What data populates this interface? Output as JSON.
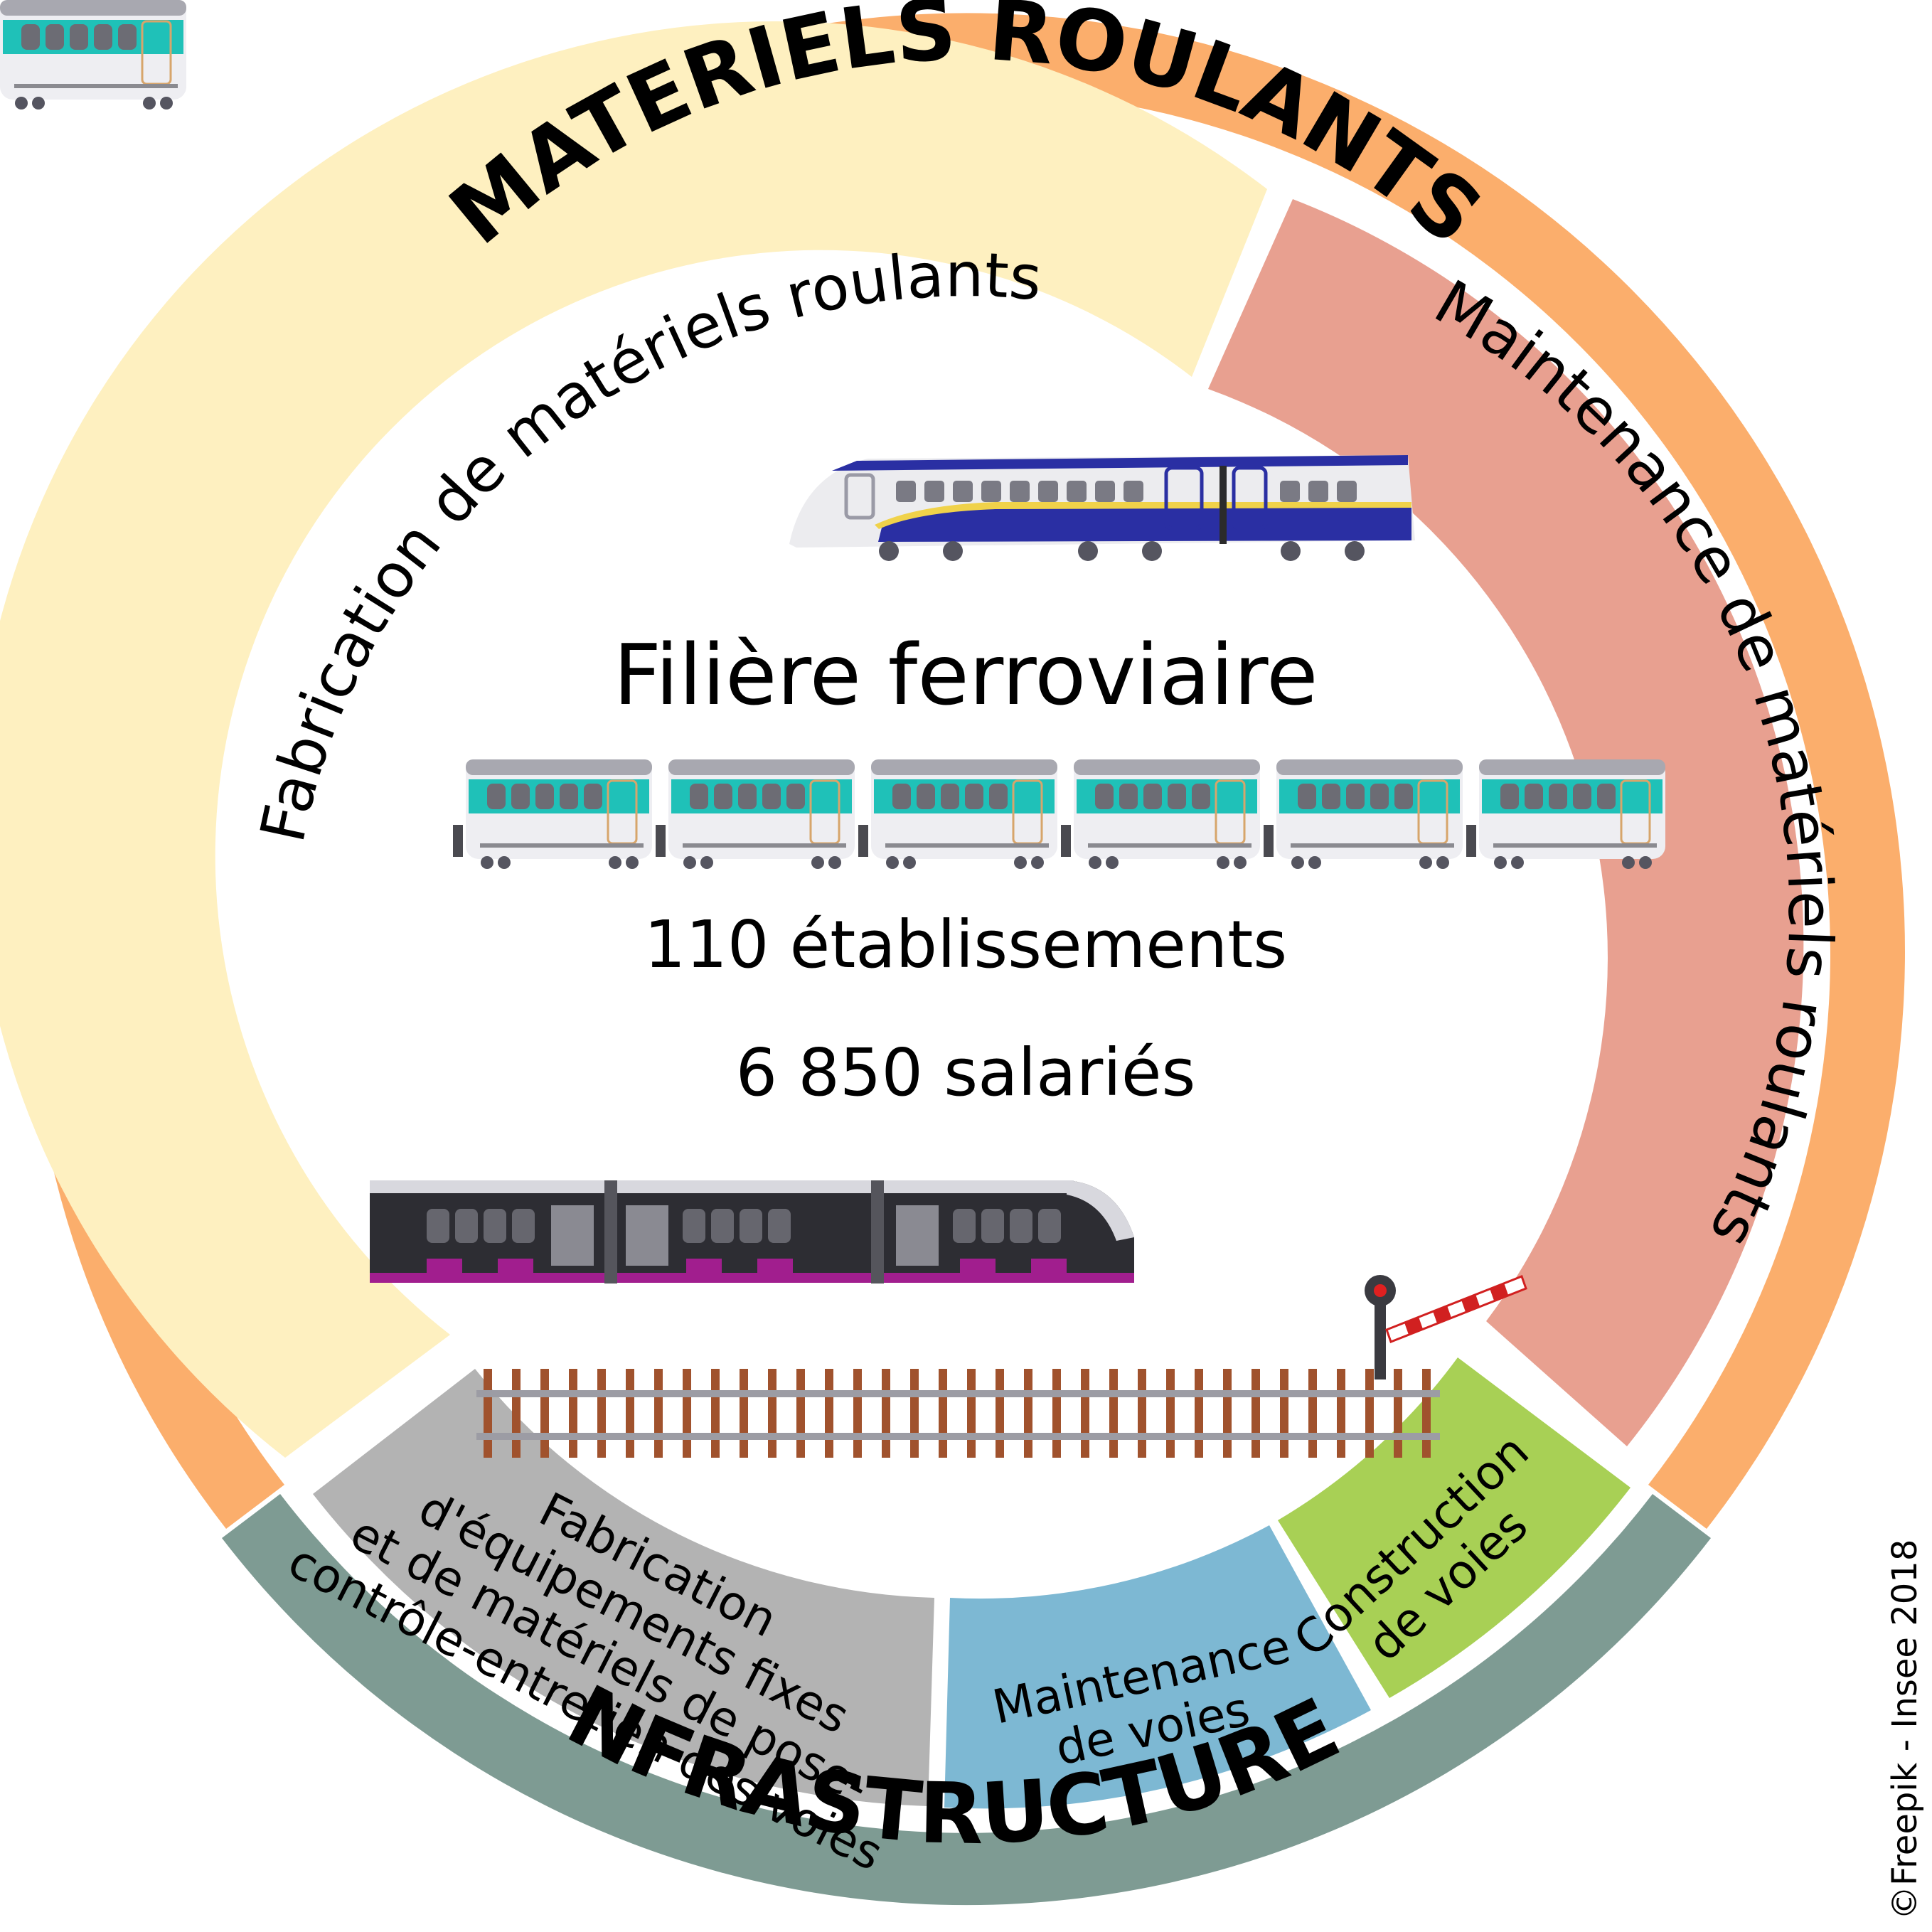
{
  "ring": {
    "top_title": "MATERIELS ROULANTS",
    "bottom_title": "INFRASTRUCTURES"
  },
  "segments": {
    "fabrication_materiels": "Fabrication de matériels roulants",
    "maintenance_materiels": "Maintenance de matériels roulants",
    "fabrication_equipements": [
      "Fabrication",
      "d'équipements fixes",
      "et de matériels de pose-",
      "contrôle-entretien des voies"
    ],
    "maintenance_voies": [
      "Maintenance",
      "de voies"
    ],
    "construction_voies": [
      "Construction",
      "de voies"
    ]
  },
  "center": {
    "title": "Filière ferroviaire",
    "establishments": "110 établissements",
    "employees": "6 850 salariés"
  },
  "credit": "©Freepik - Insee 2018",
  "colors": {
    "materiels_ring": "#FBAE6C",
    "infrastructures_ring": "#7E9B93",
    "fabrication_materiels": "#FEF0C0",
    "maintenance_materiels": "#E8A090",
    "fabrication_equipements": "#B3B3B3",
    "maintenance_voies": "#7DB8D3",
    "construction_voies": "#A8D055"
  }
}
